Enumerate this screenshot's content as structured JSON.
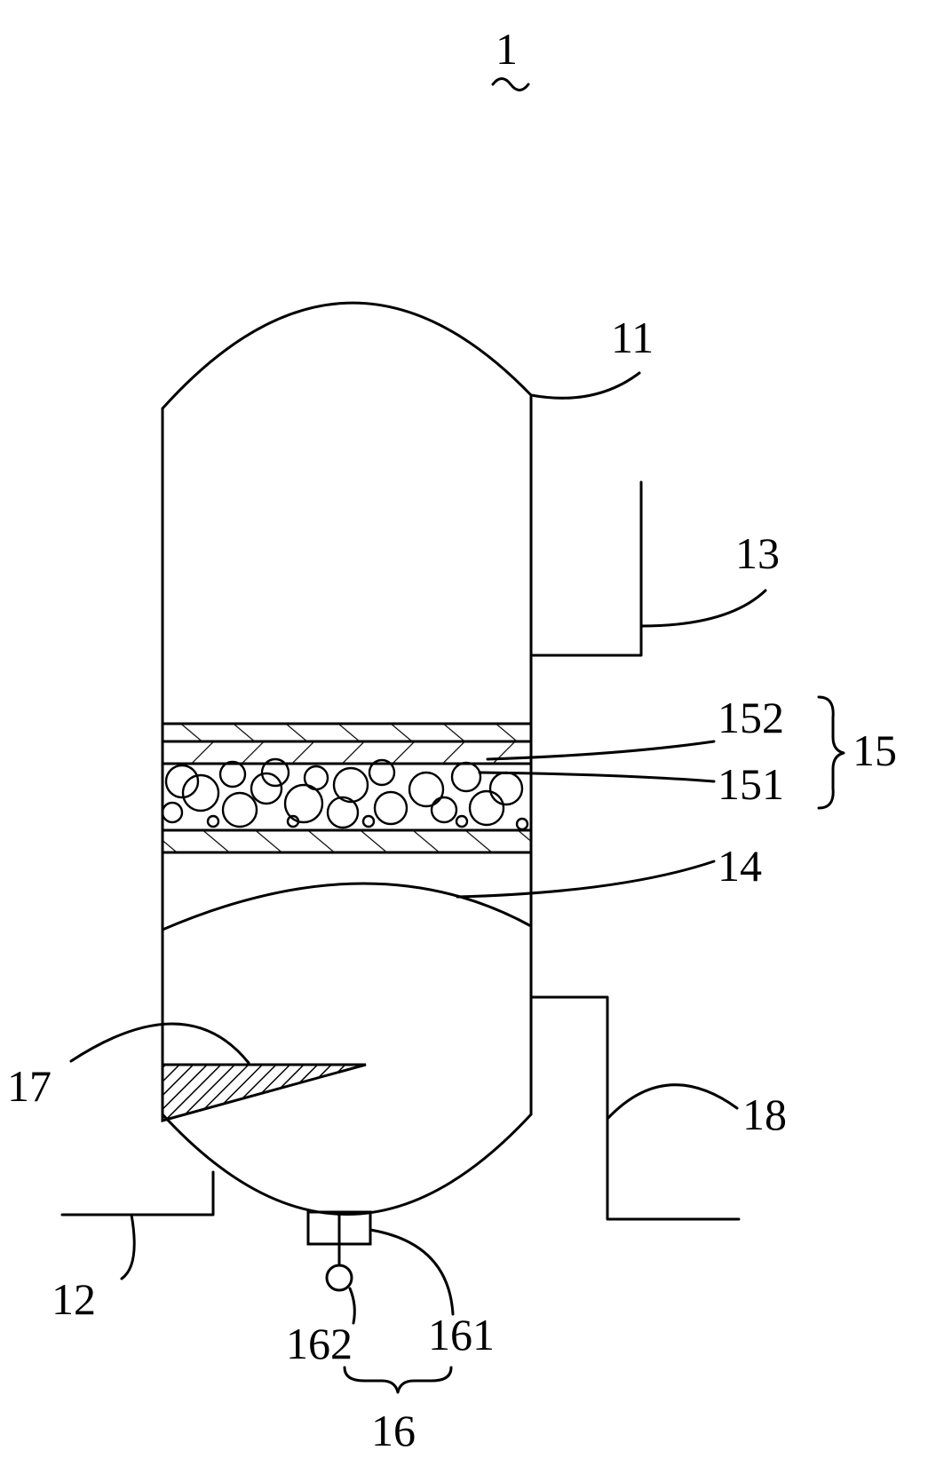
{
  "labels": {
    "figure": "1",
    "l11": "11",
    "l12": "12",
    "l13": "13",
    "l14": "14",
    "l15": "15",
    "l151": "151",
    "l152": "152",
    "l16": "16",
    "l161": "161",
    "l162": "162",
    "l17": "17",
    "l18": "18"
  }
}
